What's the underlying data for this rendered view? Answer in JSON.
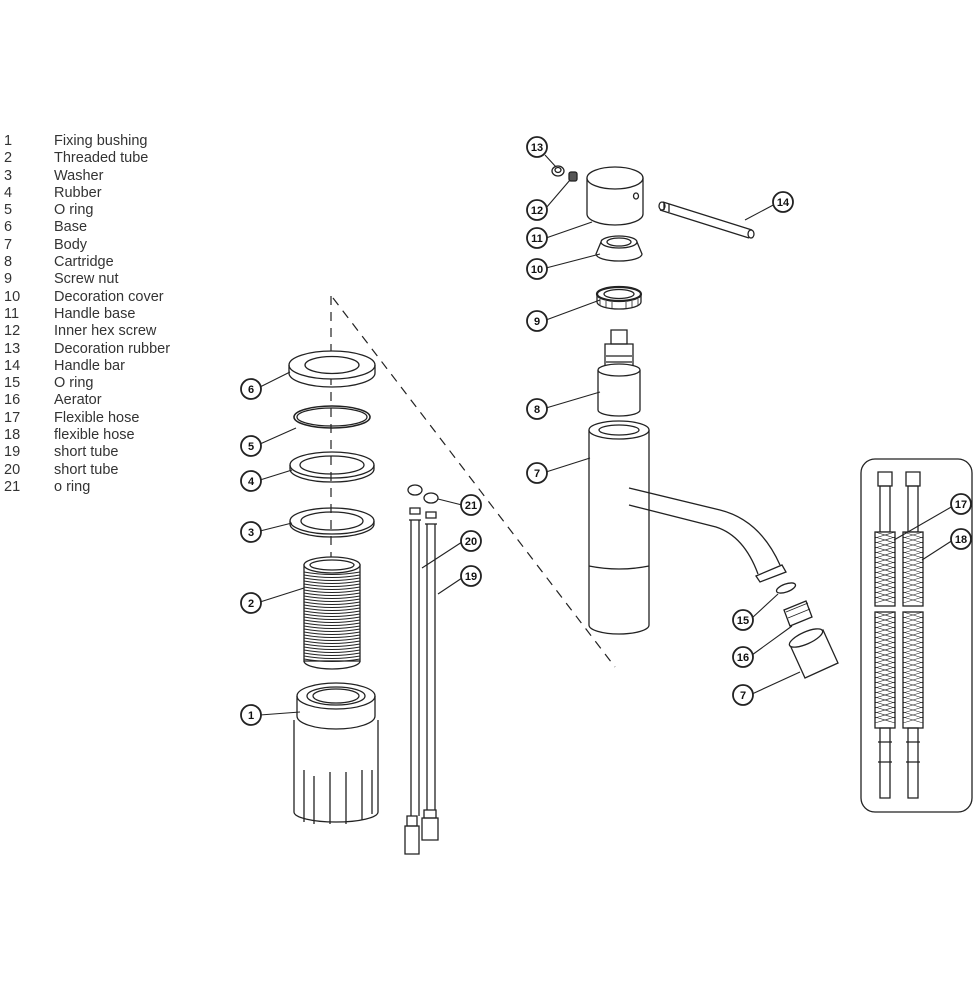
{
  "legend": [
    {
      "num": "1",
      "name": "Fixing bushing"
    },
    {
      "num": "2",
      "name": "Threaded tube"
    },
    {
      "num": "3",
      "name": "Washer"
    },
    {
      "num": "4",
      "name": "Rubber"
    },
    {
      "num": "5",
      "name": "O ring"
    },
    {
      "num": "6",
      "name": "Base"
    },
    {
      "num": "7",
      "name": "Body"
    },
    {
      "num": "8",
      "name": "Cartridge"
    },
    {
      "num": "9",
      "name": "Screw nut"
    },
    {
      "num": "10",
      "name": "Decoration cover"
    },
    {
      "num": "11",
      "name": "Handle base"
    },
    {
      "num": "12",
      "name": "Inner hex screw"
    },
    {
      "num": "13",
      "name": "Decoration rubber"
    },
    {
      "num": "14",
      "name": "Handle bar"
    },
    {
      "num": "15",
      "name": "O ring"
    },
    {
      "num": "16",
      "name": "Aerator"
    },
    {
      "num": "17",
      "name": "Flexible hose"
    },
    {
      "num": "18",
      "name": "flexible hose"
    },
    {
      "num": "19",
      "name": "short tube"
    },
    {
      "num": "20",
      "name": "short tube"
    },
    {
      "num": "21",
      "name": "o ring"
    }
  ],
  "callouts": [
    "13",
    "12",
    "11",
    "10",
    "9",
    "8",
    "7",
    "14",
    "6",
    "5",
    "4",
    "3",
    "2",
    "1",
    "21",
    "20",
    "19",
    "15",
    "16",
    "7",
    "17",
    "18"
  ],
  "colors": {
    "line": "#222222",
    "fill": "#ffffff",
    "legend_text": "#333333"
  }
}
